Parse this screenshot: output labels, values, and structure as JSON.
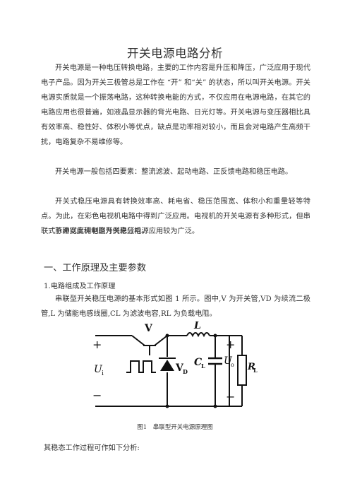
{
  "title": "开关电源电路分析",
  "paragraphs": [
    "开关电源是一种电压转换电路，主要的工作内容是升压和降压，广泛应用于现代电子产品。因为开关三极管总是工作在 “开” 和“关” 的状态，所以叫开关电源。开关电源实质就是一个振荡电路，这种转换电能的方式，不仅应用在电源电路，在其它的电路应用也很普遍，如液晶显示器的背光电路、日光灯等。开关电源与变压器相比具有效率高、稳性好、体积小等优点，缺点是功率相对较小，而且会对电路产生高频干扰，电路复杂不易维修等。",
    "开关电源一般包括四要素：整流滤波、起动电路、正反馈电路和稳压电路。",
    "开关式稳压电源具有转换效率高、耗电省、稳压范围宽、体积小和重量轻等特点。为此，在彩色电视机电路中得到广泛应用。电视机的开关电源有多种形式，但串联式脉冲宽度调制型开关稳压电源应用较为广泛。",
    "下面以此种电路为例来分析。"
  ],
  "section_heading": "一、工作原理及主要参数",
  "subheading": "1.电路组成及工作原理",
  "section_paragraph": "串联型开关稳压电源的基本形式如图 1 所示。图中,V 为开关管,VD 为续流二极管,L 为储能电感线圈,CL 为滤波电容,RL 为负载电阻。",
  "figure": {
    "labels": {
      "plus_in": "+",
      "minus_in": "−",
      "ui": "U",
      "ui_sub": "i",
      "v": "V",
      "l": "L",
      "vd": "V",
      "vd_sub": "D",
      "cl": "C",
      "cl_sub": "L",
      "uo": "U",
      "uo_sub": "o",
      "rl": "R",
      "rl_sub": "L",
      "plus_out": "+",
      "minus_out": "−"
    },
    "caption": "图1 串联型开关电源原理图"
  },
  "closing_line": "其稳态工作过程可作如下分析:"
}
